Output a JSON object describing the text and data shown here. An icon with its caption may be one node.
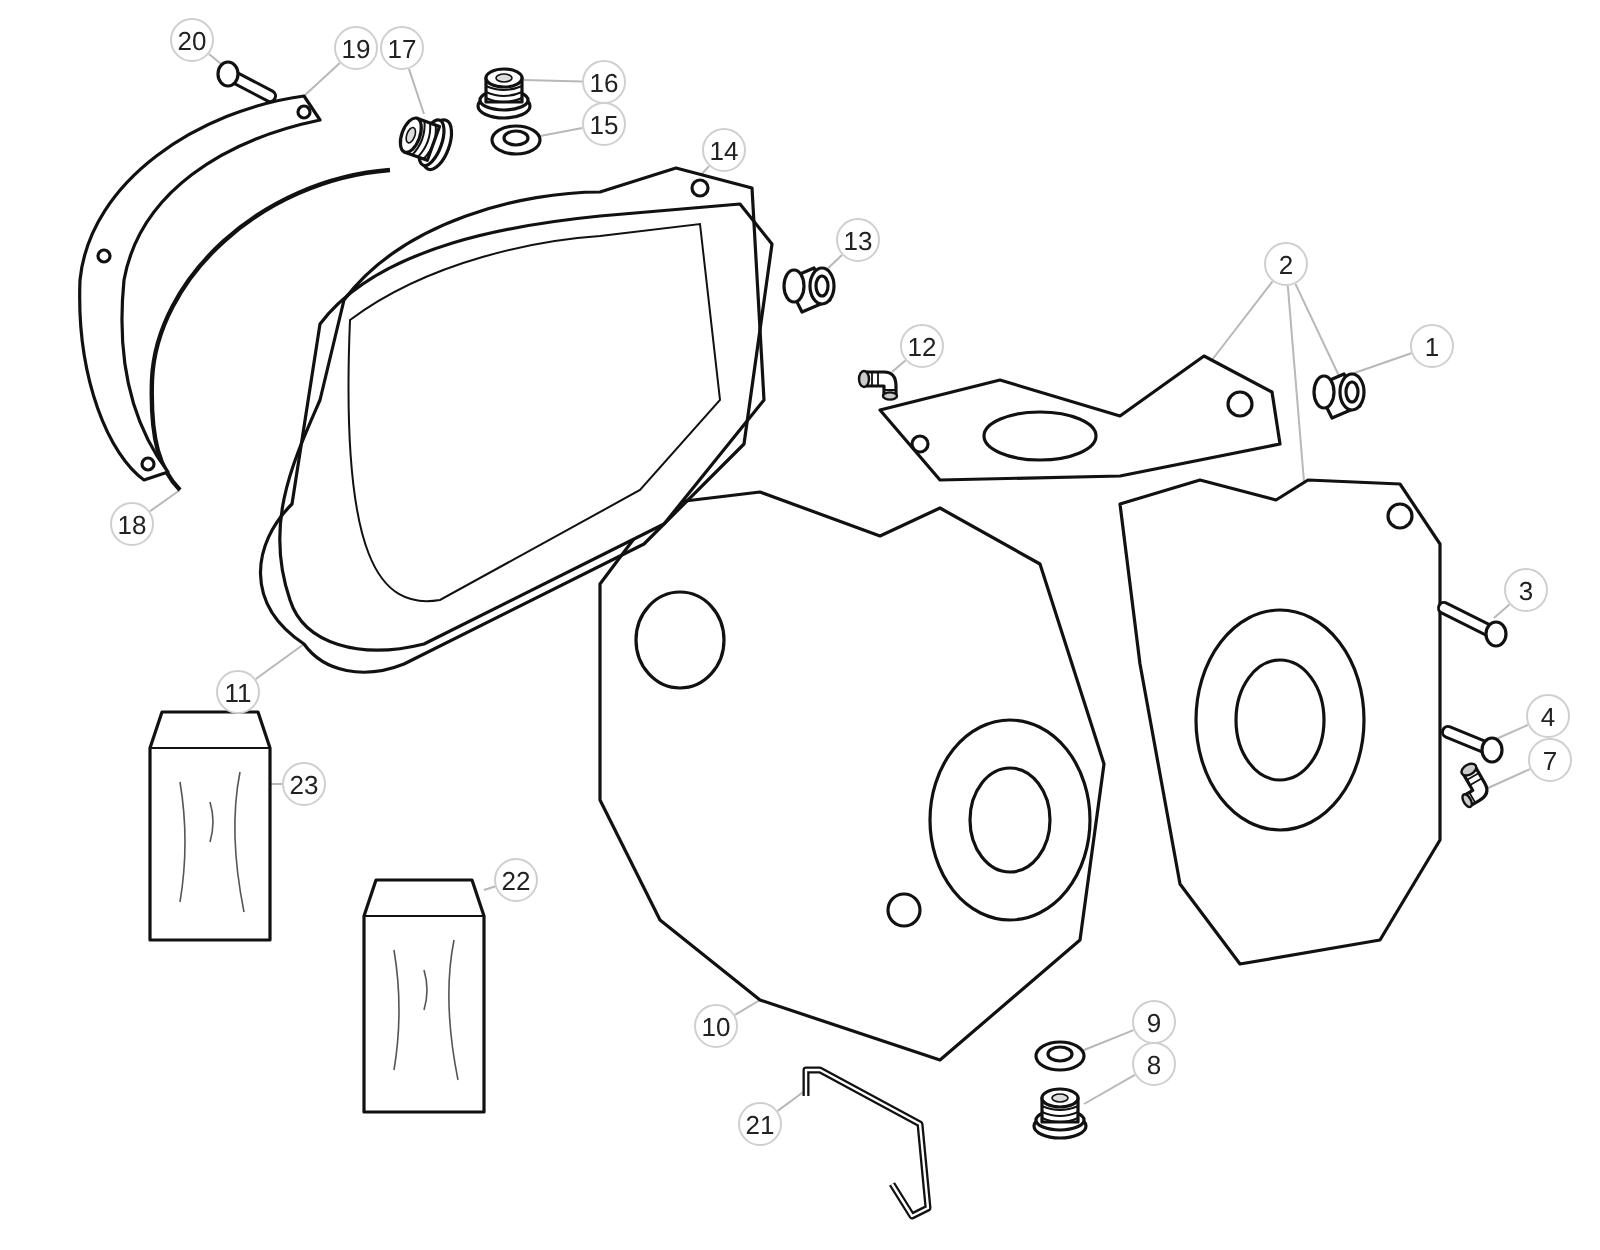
{
  "diagram": {
    "nodes": [
      {
        "text": [
          "20"
        ]
      },
      {
        "text": [],
        "shape": "picture"
      },
      {
        "text": [
          "19"
        ]
      },
      {
        "text": [],
        "shape": "picture"
      },
      {
        "text": [
          "17"
        ]
      },
      {
        "text": [],
        "shape": "picture"
      },
      {
        "text": [
          "16"
        ]
      },
      {
        "text": [],
        "shape": "picture"
      },
      {
        "text": [
          "15"
        ]
      },
      {
        "text": [],
        "shape": "picture"
      },
      {
        "text": [
          "14"
        ]
      },
      {
        "text": [],
        "shape": "picture"
      },
      {
        "text": [
          "13"
        ]
      },
      {
        "text": [],
        "shape": "picture"
      },
      {
        "text": [
          "2"
        ]
      },
      {
        "text": [],
        "shape": "picture"
      },
      {
        "text": [],
        "shape": "picture"
      },
      {
        "text": [],
        "shape": "picture"
      },
      {
        "text": [
          "1"
        ]
      },
      {
        "text": [
          "12"
        ]
      },
      {
        "text": [],
        "shape": "picture"
      },
      {
        "text": [
          "18"
        ]
      },
      {
        "text": [],
        "shape": "picture"
      },
      {
        "text": [
          "3"
        ]
      },
      {
        "text": [],
        "shape": "picture"
      },
      {
        "text": [
          "11"
        ]
      },
      {
        "text": [],
        "shape": "picture"
      },
      {
        "text": [
          "4"
        ]
      },
      {
        "text": [],
        "shape": "picture"
      },
      {
        "text": [
          "7"
        ]
      },
      {
        "text": [],
        "shape": "picture"
      },
      {
        "text": [
          "23"
        ]
      },
      {
        "text": [],
        "shape": "picture"
      },
      {
        "text": [
          "22"
        ]
      },
      {
        "text": [],
        "shape": "picture"
      },
      {
        "text": [
          "10"
        ]
      },
      {
        "text": [],
        "shape": "picture"
      },
      {
        "text": [
          "9"
        ]
      },
      {
        "text": [],
        "shape": "picture"
      },
      {
        "text": [
          "8"
        ]
      },
      {
        "text": [],
        "shape": "picture"
      },
      {
        "text": [
          "21"
        ]
      },
      {
        "text": [],
        "shape": "picture"
      }
    ],
    "edges": [
      {
        "from": 0,
        "to": 1,
        "arrow": "none"
      },
      {
        "from": 2,
        "to": 3,
        "arrow": "none"
      },
      {
        "from": 4,
        "to": 5,
        "arrow": "none"
      },
      {
        "from": 6,
        "to": 7,
        "arrow": "none"
      },
      {
        "from": 8,
        "to": 9,
        "arrow": "none"
      },
      {
        "from": 10,
        "to": 11,
        "arrow": "none"
      },
      {
        "from": 12,
        "to": 13,
        "arrow": "none"
      },
      {
        "from": 14,
        "to": 15,
        "arrow": "none"
      },
      {
        "from": 14,
        "to": 16,
        "arrow": "none"
      },
      {
        "from": 14,
        "to": 17,
        "arrow": "none"
      },
      {
        "from": 18,
        "to": 16,
        "arrow": "none"
      },
      {
        "from": 19,
        "to": 20,
        "arrow": "none"
      },
      {
        "from": 21,
        "to": 22,
        "arrow": "none"
      },
      {
        "from": 23,
        "to": 24,
        "arrow": "none"
      },
      {
        "from": 25,
        "to": 26,
        "arrow": "none"
      },
      {
        "from": 27,
        "to": 28,
        "arrow": "none"
      },
      {
        "from": 29,
        "to": 30,
        "arrow": "none"
      },
      {
        "from": 31,
        "to": 32,
        "arrow": "none"
      },
      {
        "from": 33,
        "to": 34,
        "arrow": "none"
      },
      {
        "from": 35,
        "to": 36,
        "arrow": "none"
      },
      {
        "from": 37,
        "to": 38,
        "arrow": "none"
      },
      {
        "from": 39,
        "to": 40,
        "arrow": "none"
      },
      {
        "from": 41,
        "to": 42,
        "arrow": "none"
      }
    ]
  }
}
